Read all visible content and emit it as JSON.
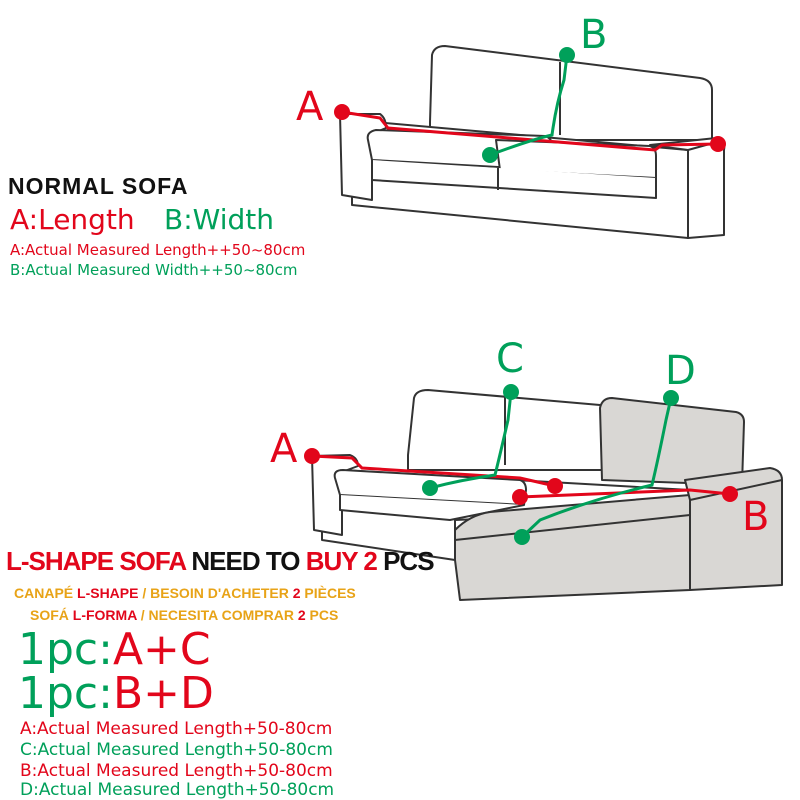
{
  "normal": {
    "title": "NORMAL SOFA",
    "dim_length": "A:Length",
    "dim_width": "B:Width",
    "note_a": "A:Actual Measured Length++50~80cm",
    "note_b": "B:Actual Measured Width++50~80cm",
    "markers": {
      "a": "A",
      "b": "B"
    }
  },
  "lshape": {
    "head": {
      "part1": "L-SHAPE SOFA",
      "part2": "NEED TO",
      "part3": "BUY 2",
      "part4": "PCS"
    },
    "fr": {
      "p1": "CANAPÉ",
      "p2": "L-SHAPE",
      "p3": "/ BESOIN D'ACHETER",
      "p4": "2",
      "p5": "PIÈCES"
    },
    "es": {
      "p1": "SOFÁ",
      "p2": "L-FORMA",
      "p3": "/ NECESITA COMPRAR",
      "p4": "2",
      "p5": "PCS"
    },
    "combo1": {
      "prefix": "1pc:",
      "value": "A+C"
    },
    "combo2": {
      "prefix": "1pc:",
      "value": "B+D"
    },
    "note_a": "A:Actual Measured Length+50-80cm",
    "note_c": "C:Actual Measured Length+50-80cm",
    "note_b": "B:Actual Measured Length+50-80cm",
    "note_d": "D:Actual Measured Length+50-80cm",
    "markers": {
      "a": "A",
      "b": "B",
      "c": "C",
      "d": "D"
    }
  },
  "colors": {
    "red": "#e2061b",
    "green": "#00a05a",
    "orange": "#e8a317",
    "chaise_fill": "#d9d7d4"
  }
}
